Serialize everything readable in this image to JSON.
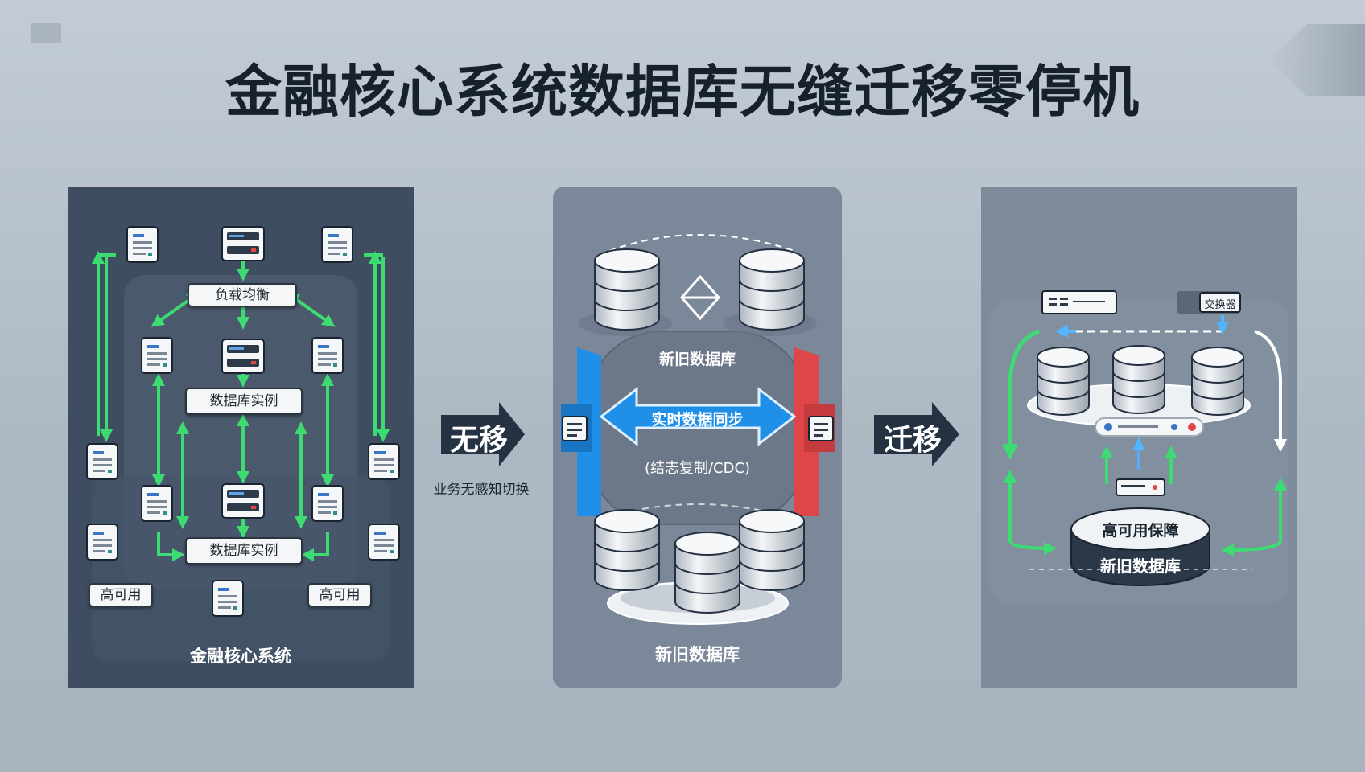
{
  "title": "金融核心系统数据库无缝迁移零停机",
  "left_panel": {
    "load_balancer": "负载均衡",
    "db_instance_top": "数据库实例",
    "db_instance_bottom": "数据库实例",
    "ha_left": "高可用",
    "ha_right": "高可用",
    "caption": "金融核心系统"
  },
  "arrow_left": {
    "label": "无移",
    "caption": "业务无感知切换"
  },
  "mid_panel": {
    "top_label": "新旧数据库",
    "sync_label": "实时数据同步",
    "sync_sub": "(结志复制/CDC)",
    "caption": "新旧数据库"
  },
  "arrow_right": {
    "label": "迁移"
  },
  "right_panel": {
    "device_label": "交换器",
    "ha_label": "高可用保障",
    "db_label": "新旧数据库"
  },
  "colors": {
    "green": "#3ddc73",
    "blue": "#1f8fe8",
    "red": "#e0454a",
    "dark_navy": "#1b2530"
  }
}
